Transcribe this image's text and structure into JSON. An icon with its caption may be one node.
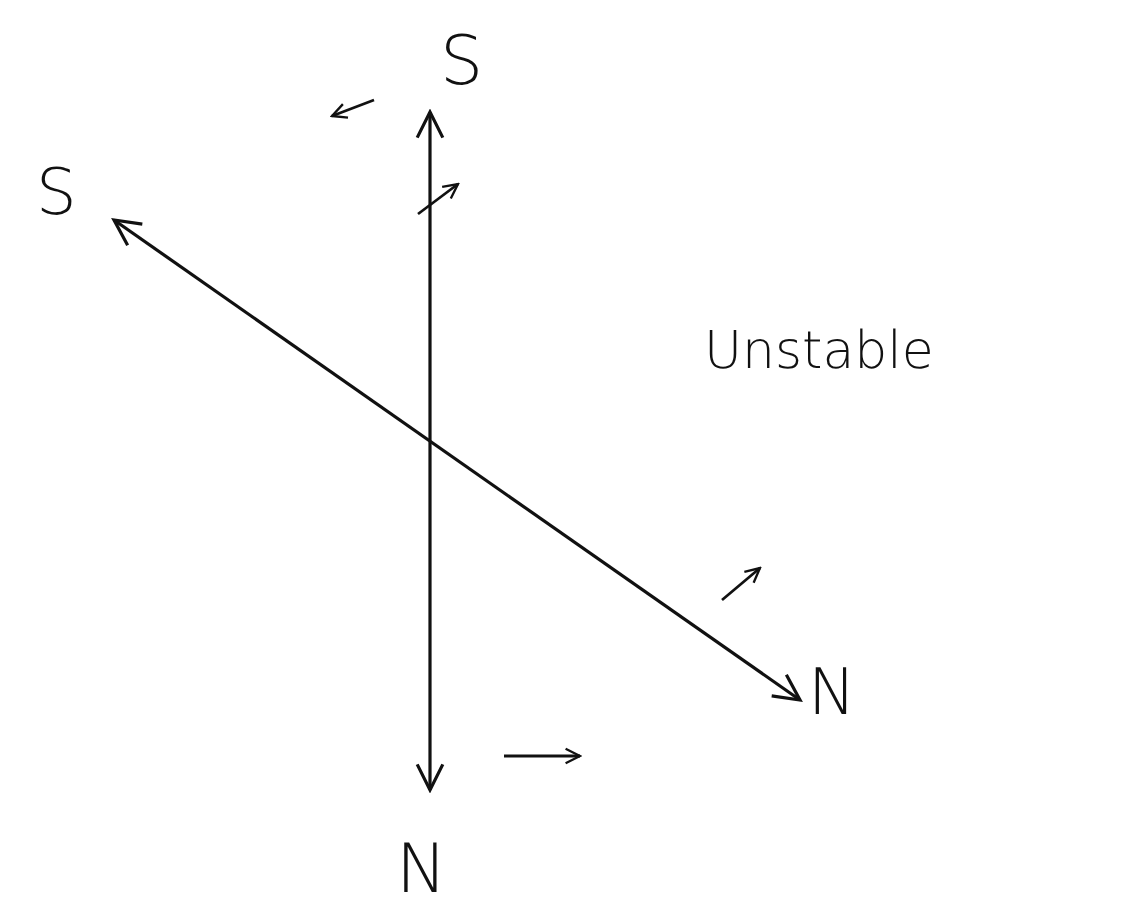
{
  "diagram": {
    "labels": [
      "S",
      "S",
      "Unstable",
      "N",
      "N"
    ]
  }
}
